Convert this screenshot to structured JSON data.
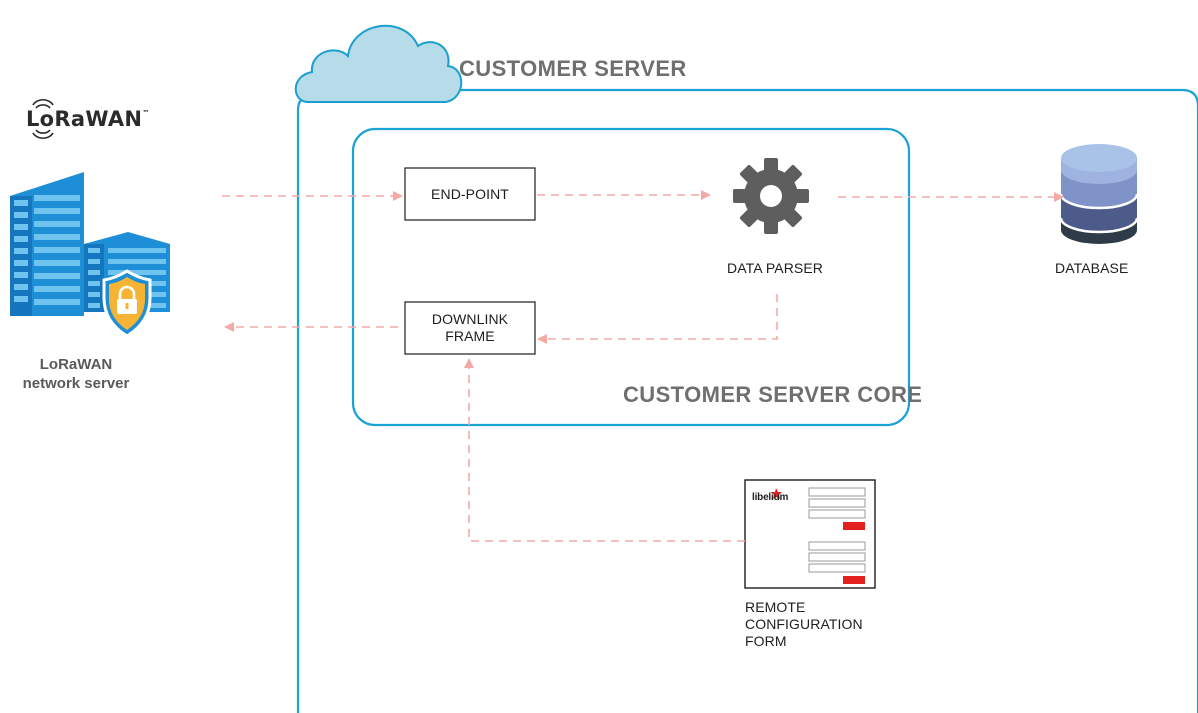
{
  "diagram": {
    "colors": {
      "cloud_fill": "#b6dcea",
      "cloud_stroke": "#1a9fd0",
      "container_stroke": "#1aa3d4",
      "arrow": "#f4a9a6",
      "form_button": "#e3221f",
      "gear": "#5e5e5e",
      "building_blue": "#1e8fd6",
      "shield_yellow": "#f7b334"
    },
    "logo": {
      "text": "LoRaWAN",
      "tm": "™"
    },
    "network_server": {
      "line1": "LoRaWAN",
      "line2": "network server"
    },
    "customer_server": {
      "title": "CUSTOMER SERVER"
    },
    "core": {
      "title": "CUSTOMER SERVER CORE"
    },
    "end_point": {
      "label": "END-POINT"
    },
    "downlink": {
      "line1": "DOWNLINK",
      "line2": "FRAME"
    },
    "data_parser": {
      "label": "DATA PARSER",
      "icon": "gear-icon"
    },
    "database": {
      "label": "DATABASE",
      "icon": "database-icon"
    },
    "remote_form": {
      "brand": "libelium",
      "line1": "REMOTE",
      "line2": "CONFIGURATION",
      "line3": "FORM"
    }
  }
}
